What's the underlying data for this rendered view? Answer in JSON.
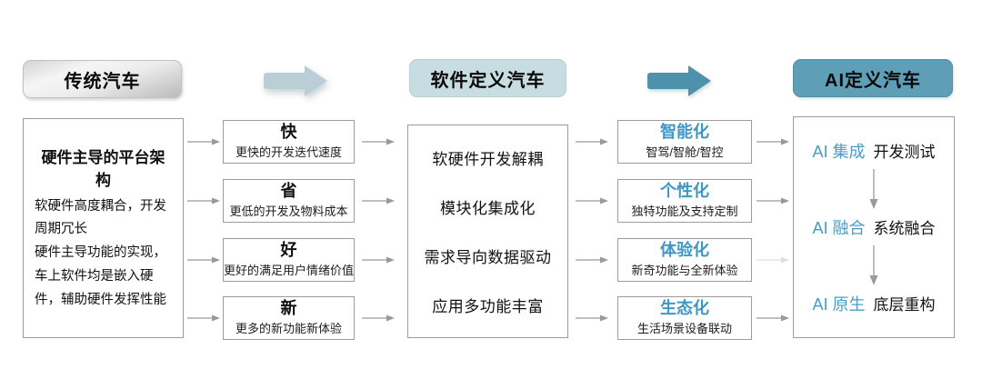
{
  "colors": {
    "arrow_light": "#b9cfd5",
    "arrow_teal": "#4c92ad",
    "header_software_bg": "#c8dde2",
    "header_ai_bg": "#5e9eb6",
    "accent_blue": "#3e97c4",
    "ai_stage_blue": "#4a9cc8",
    "small_arrow_gray": "#999999",
    "box_border": "#9c9c9c"
  },
  "headers": [
    {
      "label": "传统汽车"
    },
    {
      "label": "软件定义汽车"
    },
    {
      "label": "AI定义汽车"
    }
  ],
  "traditional": {
    "title": "硬件主导的平台架构",
    "paragraphs": [
      "软硬件高度耦合，开发周期冗长",
      "硬件主导功能的实现，车上软件均是嵌入硬件，辅助硬件发挥性能"
    ]
  },
  "benefits": [
    {
      "title": "快",
      "desc": "更快的开发迭代速度"
    },
    {
      "title": "省",
      "desc": "更低的开发及物料成本"
    },
    {
      "title": "好",
      "desc": "更好的满足用户情绪价值"
    },
    {
      "title": "新",
      "desc": "更多的新功能新体验"
    }
  ],
  "software_traits": [
    {
      "label": "软硬件开发解耦"
    },
    {
      "label": "模块化集成化"
    },
    {
      "label": "需求导向数据驱动"
    },
    {
      "label": "应用多功能丰富"
    }
  ],
  "trends": [
    {
      "title": "智能化",
      "desc": "智驾/智舱/智控"
    },
    {
      "title": "个性化",
      "desc": "独特功能及支持定制"
    },
    {
      "title": "体验化",
      "desc": "新奇功能与全新体验"
    },
    {
      "title": "生态化",
      "desc": "生活场景设备联动"
    }
  ],
  "ai_stages": [
    {
      "title": "AI 集成",
      "desc": "开发测试"
    },
    {
      "title": "AI 融合",
      "desc": "系统融合"
    },
    {
      "title": "AI 原生",
      "desc": "底层重构"
    }
  ]
}
